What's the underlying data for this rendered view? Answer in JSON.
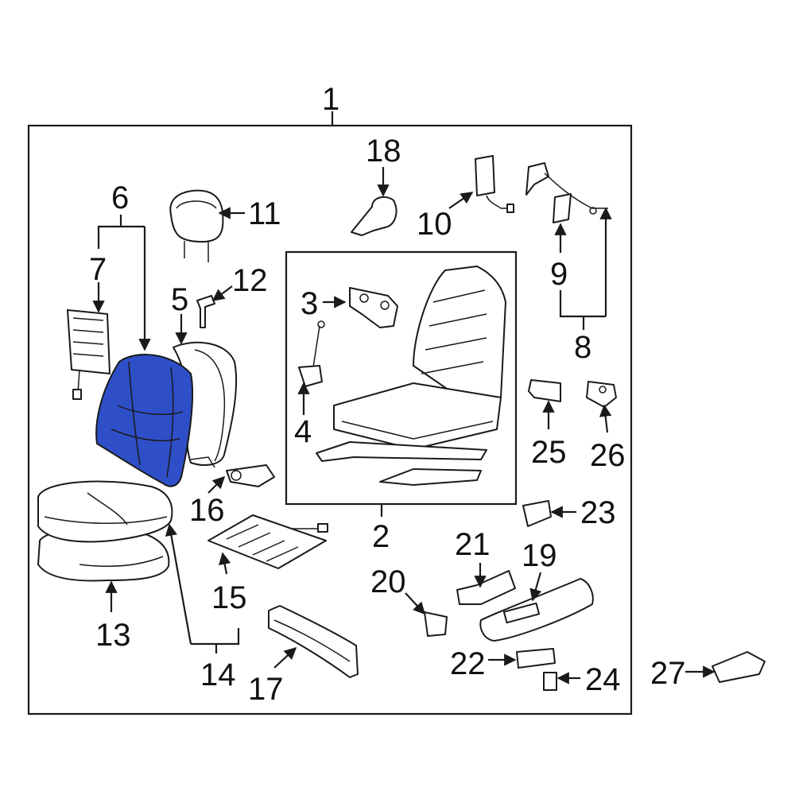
{
  "colors": {
    "highlight": "#2f4fc8",
    "line": "#1a1a1a",
    "background": "#ffffff"
  },
  "callouts": {
    "c1": "1",
    "c2": "2",
    "c3": "3",
    "c4": "4",
    "c5": "5",
    "c6": "6",
    "c7": "7",
    "c8": "8",
    "c9": "9",
    "c10": "10",
    "c11": "11",
    "c12": "12",
    "c13": "13",
    "c14": "14",
    "c15": "15",
    "c16": "16",
    "c17": "17",
    "c18": "18",
    "c19": "19",
    "c20": "20",
    "c21": "21",
    "c22": "22",
    "c23": "23",
    "c24": "24",
    "c25": "25",
    "c26": "26",
    "c27": "27"
  },
  "highlighted_part": "6"
}
